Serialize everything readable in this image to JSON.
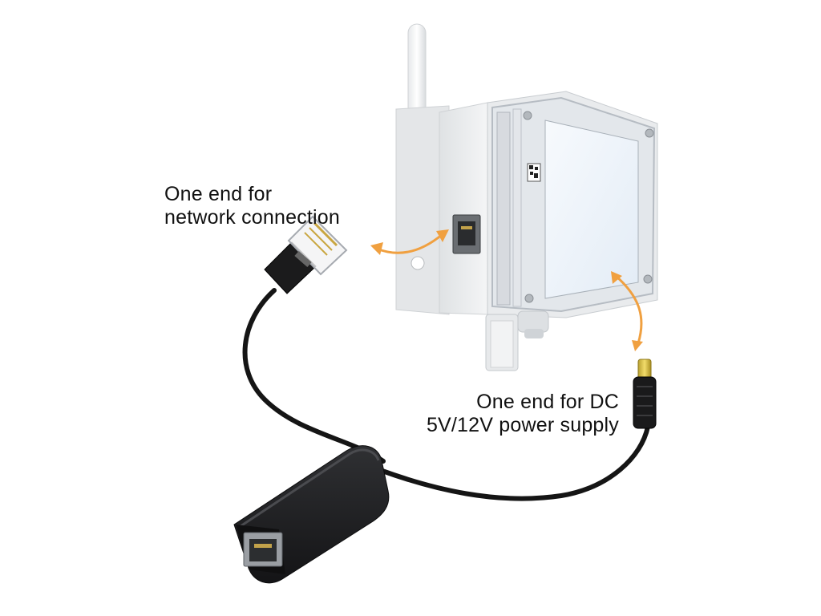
{
  "captions": {
    "network": [
      "One end for",
      "network connection"
    ],
    "dc": [
      "One end for DC",
      "5V/12V power supply"
    ]
  },
  "colors": {
    "arrow": "#f0a040",
    "device_shell": "#eceeef",
    "cable": "#151515",
    "splitter_body": "#1d1d1f",
    "screen": "#eef4fb"
  },
  "icons": [
    "ethernet-port-icon",
    "rj45-plug-icon",
    "dc-barrel-plug-icon",
    "double-arrow-icon",
    "qr-code-icon"
  ]
}
